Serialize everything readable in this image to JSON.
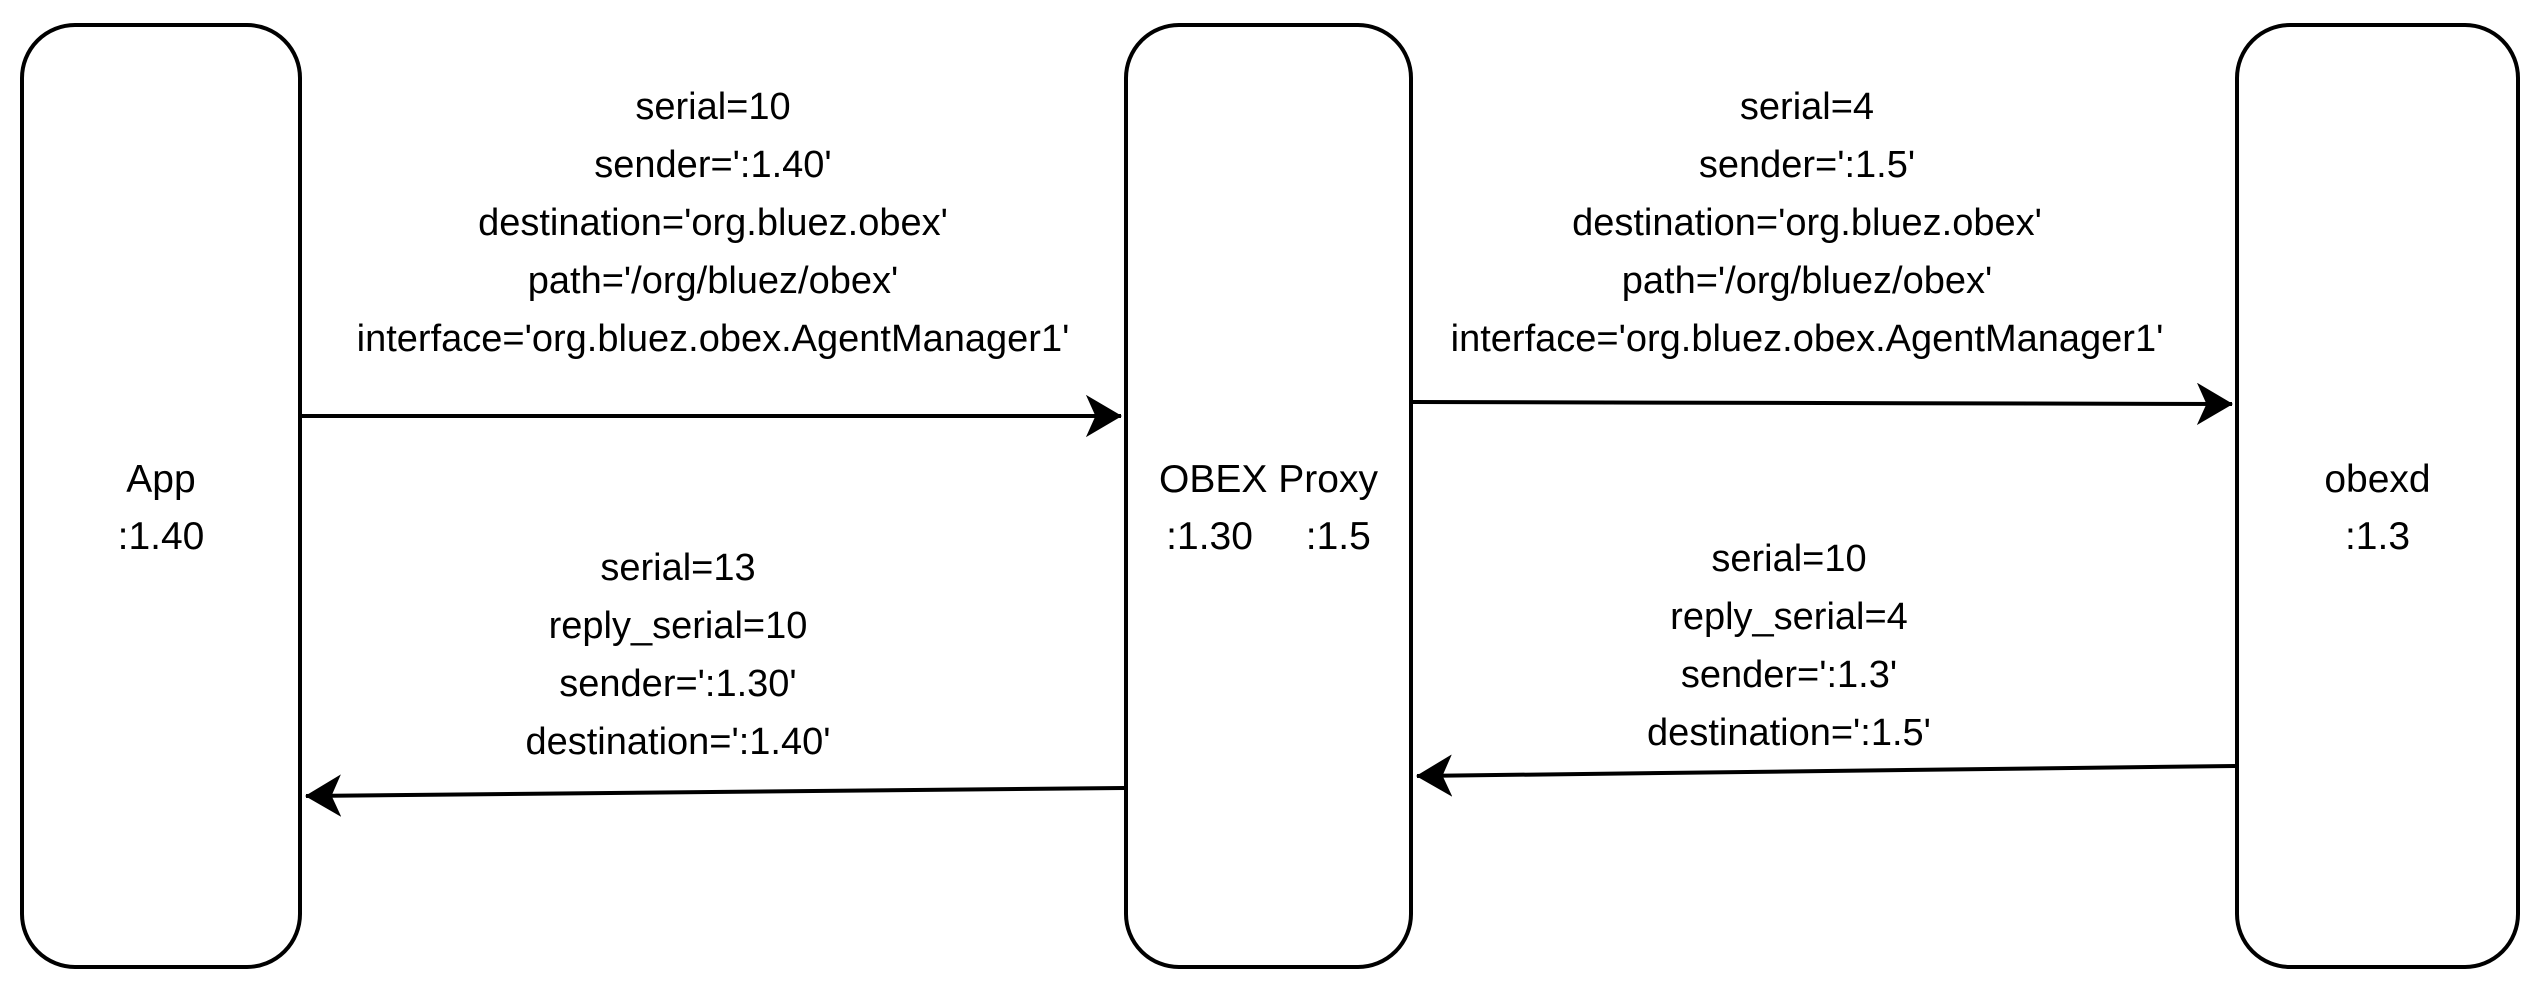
{
  "diagram": {
    "background_color": "#ffffff",
    "stroke_color": "#000000",
    "nodes": [
      {
        "id": "app",
        "title": "App",
        "addresses": [
          ":1.40"
        ]
      },
      {
        "id": "obex-proxy",
        "title": "OBEX Proxy",
        "addresses": [
          ":1.30",
          ":1.5"
        ]
      },
      {
        "id": "obexd",
        "title": "obexd",
        "addresses": [
          ":1.3"
        ]
      }
    ],
    "messages": [
      {
        "id": "app-to-proxy",
        "from": "app",
        "to": "obex-proxy",
        "direction": "right",
        "lines": [
          "serial=10",
          "sender=':1.40'",
          "destination='org.bluez.obex'",
          "path='/org/bluez/obex'",
          "interface='org.bluez.obex.AgentManager1'"
        ]
      },
      {
        "id": "proxy-to-obexd",
        "from": "obex-proxy",
        "to": "obexd",
        "direction": "right",
        "lines": [
          "serial=4",
          "sender=':1.5'",
          "destination='org.bluez.obex'",
          "path='/org/bluez/obex'",
          "interface='org.bluez.obex.AgentManager1'"
        ]
      },
      {
        "id": "proxy-to-app",
        "from": "obex-proxy",
        "to": "app",
        "direction": "left",
        "lines": [
          "serial=13",
          "reply_serial=10",
          "sender=':1.30'",
          "destination=':1.40'"
        ]
      },
      {
        "id": "obexd-to-proxy",
        "from": "obexd",
        "to": "obex-proxy",
        "direction": "left",
        "lines": [
          "serial=10",
          "reply_serial=4",
          "sender=':1.3'",
          "destination=':1.5'"
        ]
      }
    ]
  }
}
